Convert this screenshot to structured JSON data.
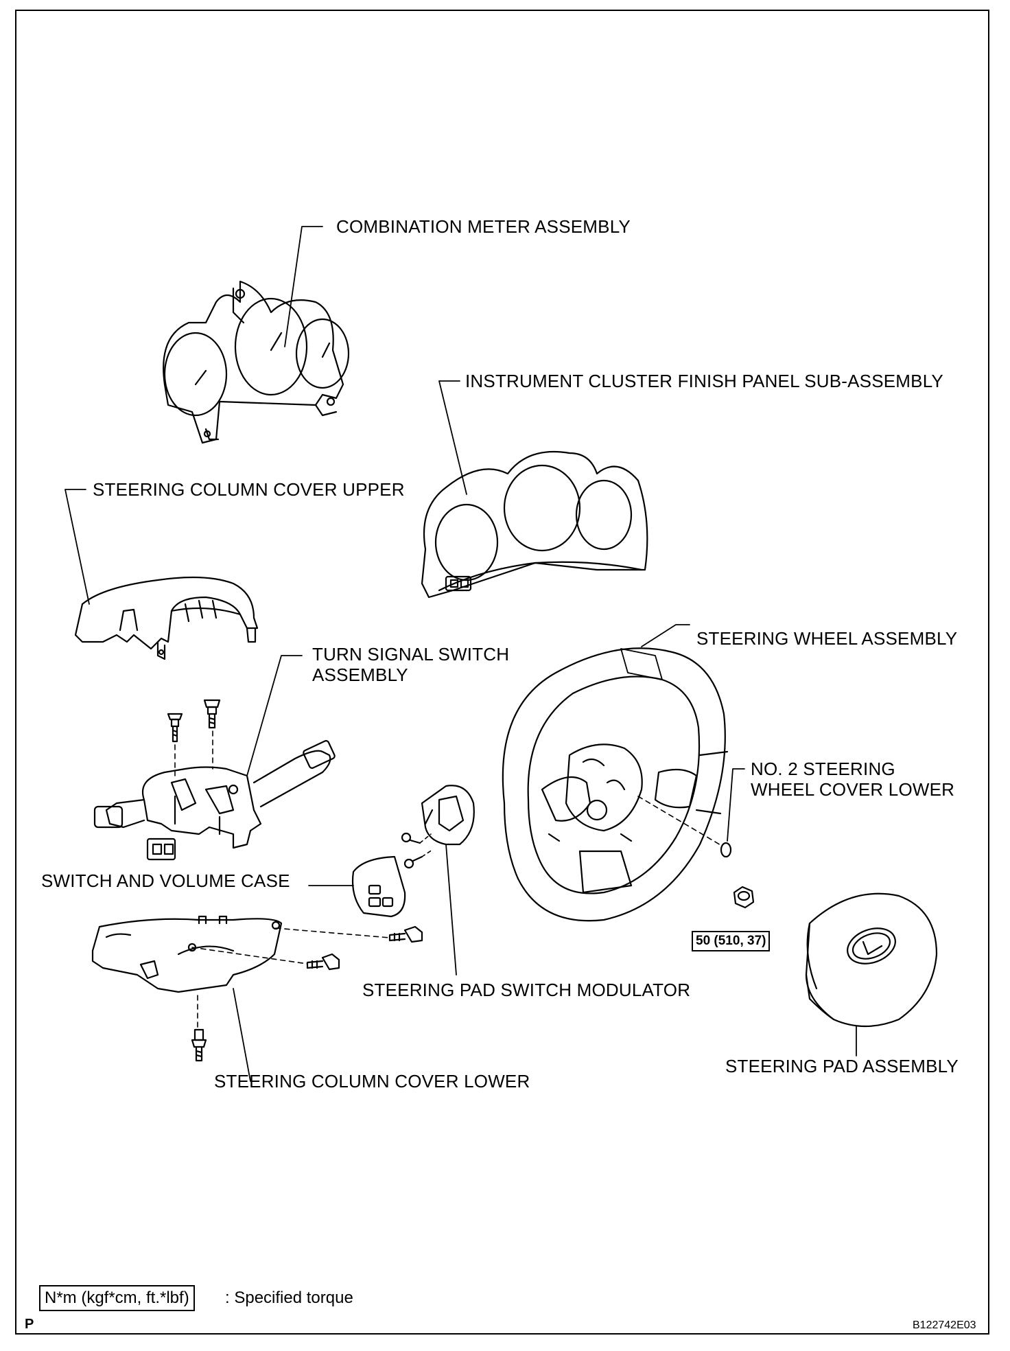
{
  "labels": {
    "combination_meter": "COMBINATION METER ASSEMBLY",
    "instrument_cluster": "INSTRUMENT CLUSTER FINISH PANEL SUB-ASSEMBLY",
    "column_cover_upper": "STEERING COLUMN COVER UPPER",
    "turn_signal_switch": "TURN SIGNAL SWITCH\nASSEMBLY",
    "steering_wheel": "STEERING WHEEL ASSEMBLY",
    "no2_cover_lower": "NO. 2 STEERING\nWHEEL COVER LOWER",
    "switch_volume_case": "SWITCH AND VOLUME CASE",
    "pad_switch_modulator": "STEERING PAD SWITCH MODULATOR",
    "column_cover_lower": "STEERING COLUMN COVER LOWER",
    "steering_pad": "STEERING PAD ASSEMBLY"
  },
  "torque_value": "50 (510, 37)",
  "legend": {
    "unit_box": "N*m (kgf*cm, ft.*lbf)",
    "description": ": Specified torque"
  },
  "corner_letter": "P",
  "figure_code": "B122742E03"
}
